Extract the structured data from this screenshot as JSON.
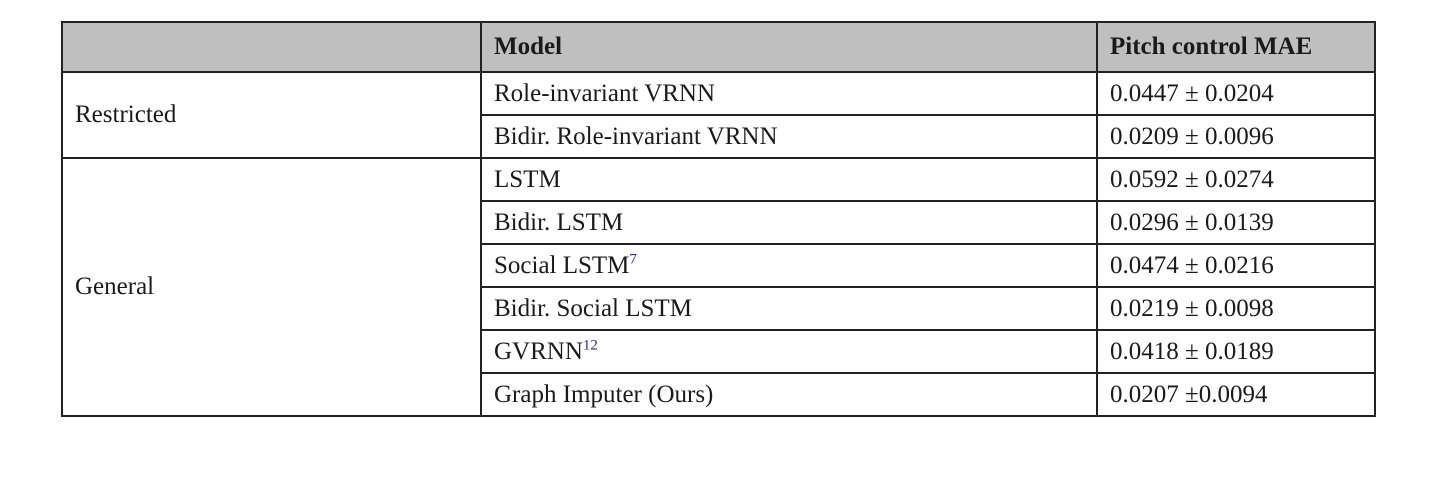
{
  "table": {
    "headers": [
      "",
      "Model",
      "Pitch control MAE"
    ],
    "groups": [
      {
        "name": "Restricted",
        "rows": [
          {
            "model": "Role-invariant VRNN",
            "ref": "",
            "mae": "0.0447 ± 0.0204"
          },
          {
            "model": "Bidir. Role-invariant VRNN",
            "ref": "",
            "mae": "0.0209 ± 0.0096"
          }
        ]
      },
      {
        "name": "General",
        "rows": [
          {
            "model": "LSTM",
            "ref": "",
            "mae": "0.0592 ± 0.0274"
          },
          {
            "model": "Bidir. LSTM",
            "ref": "",
            "mae": "0.0296 ± 0.0139"
          },
          {
            "model": "Social LSTM",
            "ref": "7",
            "mae": "0.0474 ± 0.0216"
          },
          {
            "model": "Bidir. Social LSTM",
            "ref": "",
            "mae": "0.0219 ± 0.0098"
          },
          {
            "model": "GVRNN",
            "ref": "12",
            "mae": "0.0418 ± 0.0189"
          },
          {
            "model": "Graph Imputer (Ours)",
            "ref": "",
            "mae": "0.0207 ±0.0094"
          }
        ]
      }
    ]
  }
}
